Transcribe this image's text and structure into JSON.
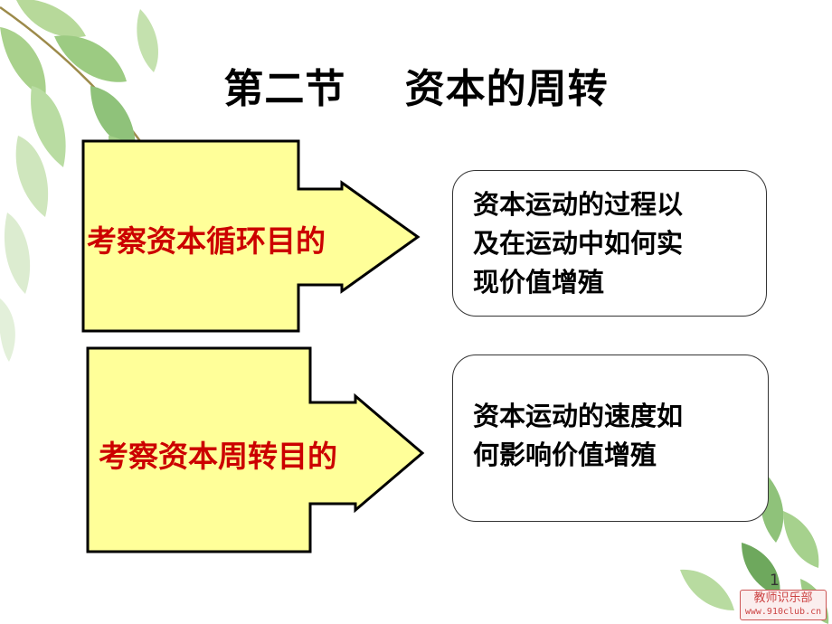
{
  "slide": {
    "title": "第二节    资本的周转",
    "rows": [
      {
        "label": "考察资本循环目的",
        "result_lines": [
          "资本运动的过程以",
          "及在运动中如何实",
          "现价值增殖"
        ]
      },
      {
        "label": "考察资本周转目的",
        "result_lines": [
          "资本运动的速度如",
          "何影响价值增殖"
        ]
      }
    ],
    "page_number": "1",
    "watermark": {
      "name": "教师识乐部",
      "url": "www.910club.cn"
    }
  },
  "colors": {
    "arrow_fill": "#ffff99",
    "arrow_stroke": "#000000",
    "label_text": "#cc0000",
    "leaf_green": "#8fc27a",
    "leaf_dark": "#5e9a52"
  }
}
